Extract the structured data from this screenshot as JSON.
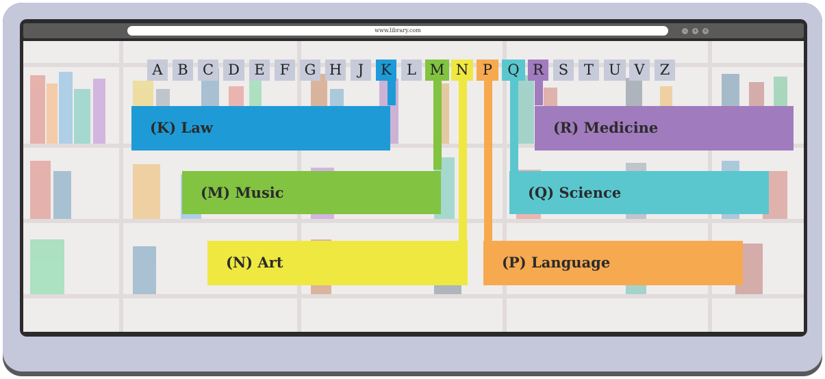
{
  "browser": {
    "url": "www.library.com",
    "window_controls": [
      "minimize-icon",
      "maximize-icon",
      "close-icon"
    ]
  },
  "alphabet": [
    "A",
    "B",
    "C",
    "D",
    "E",
    "F",
    "G",
    "H",
    "J",
    "K",
    "L",
    "M",
    "N",
    "P",
    "Q",
    "R",
    "S",
    "T",
    "U",
    "V",
    "Z"
  ],
  "categories": [
    {
      "letter": "K",
      "label": "(K)  Law",
      "color": "#1e9bd7"
    },
    {
      "letter": "M",
      "label": "(M)  Music",
      "color": "#82c342"
    },
    {
      "letter": "N",
      "label": "(N)  Art",
      "color": "#eee840"
    },
    {
      "letter": "P",
      "label": "(P)  Language",
      "color": "#f6a94f"
    },
    {
      "letter": "Q",
      "label": "(Q)  Science",
      "color": "#5ac7cf"
    },
    {
      "letter": "R",
      "label": "(R)  Medicine",
      "color": "#a07bbd"
    }
  ]
}
